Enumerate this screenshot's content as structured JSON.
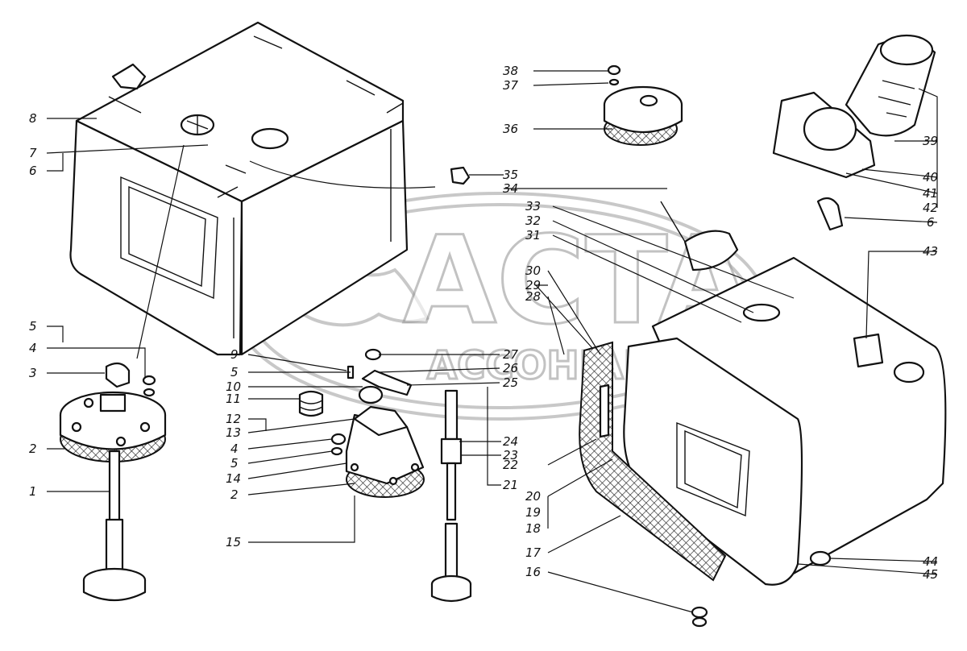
{
  "watermark": {
    "main_text": "ACTA",
    "sub_text": "ACCOHIAHIA"
  },
  "callouts": [
    {
      "id": "c8",
      "text": "8"
    },
    {
      "id": "c7",
      "text": "7"
    },
    {
      "id": "c6a",
      "text": "6"
    },
    {
      "id": "c5a",
      "text": "5"
    },
    {
      "id": "c4a",
      "text": "4"
    },
    {
      "id": "c3",
      "text": "3"
    },
    {
      "id": "c2a",
      "text": "2"
    },
    {
      "id": "c1",
      "text": "1"
    },
    {
      "id": "c9",
      "text": "9"
    },
    {
      "id": "c5b",
      "text": "5"
    },
    {
      "id": "c10",
      "text": "10"
    },
    {
      "id": "c11",
      "text": "11"
    },
    {
      "id": "c12",
      "text": "12"
    },
    {
      "id": "c13",
      "text": "13"
    },
    {
      "id": "c4b",
      "text": "4"
    },
    {
      "id": "c5c",
      "text": "5"
    },
    {
      "id": "c14",
      "text": "14"
    },
    {
      "id": "c2b",
      "text": "2"
    },
    {
      "id": "c15",
      "text": "15"
    },
    {
      "id": "c27",
      "text": "27"
    },
    {
      "id": "c26",
      "text": "26"
    },
    {
      "id": "c25",
      "text": "25"
    },
    {
      "id": "c24",
      "text": "24"
    },
    {
      "id": "c23",
      "text": "23"
    },
    {
      "id": "c22",
      "text": "22"
    },
    {
      "id": "c21",
      "text": "21"
    },
    {
      "id": "c20",
      "text": "20"
    },
    {
      "id": "c19",
      "text": "19"
    },
    {
      "id": "c18",
      "text": "18"
    },
    {
      "id": "c17",
      "text": "17"
    },
    {
      "id": "c16",
      "text": "16"
    },
    {
      "id": "c30",
      "text": "30"
    },
    {
      "id": "c29",
      "text": "29"
    },
    {
      "id": "c28",
      "text": "28"
    },
    {
      "id": "c33",
      "text": "33"
    },
    {
      "id": "c32",
      "text": "32"
    },
    {
      "id": "c31",
      "text": "31"
    },
    {
      "id": "c34",
      "text": "34"
    },
    {
      "id": "c35",
      "text": "35"
    },
    {
      "id": "c36",
      "text": "36"
    },
    {
      "id": "c37",
      "text": "37"
    },
    {
      "id": "c38",
      "text": "38"
    },
    {
      "id": "c39",
      "text": "39"
    },
    {
      "id": "c40",
      "text": "40"
    },
    {
      "id": "c41",
      "text": "41"
    },
    {
      "id": "c42",
      "text": "42"
    },
    {
      "id": "c6b",
      "text": "6"
    },
    {
      "id": "c43",
      "text": "43"
    },
    {
      "id": "c44",
      "text": "44"
    },
    {
      "id": "c45",
      "text": "45"
    }
  ]
}
